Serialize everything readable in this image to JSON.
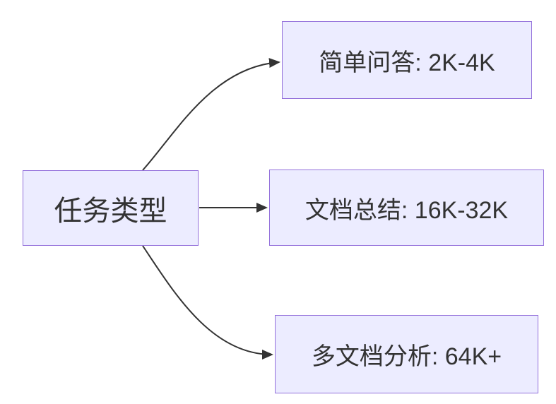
{
  "diagram": {
    "type": "flowchart",
    "root": {
      "label": "任务类型"
    },
    "branches": [
      {
        "label": "简单问答: 2K-4K"
      },
      {
        "label": "文档总结: 16K-32K"
      },
      {
        "label": "多文档分析: 64K+"
      }
    ],
    "edges": [
      {
        "from": "任务类型",
        "to": "简单问答: 2K-4K"
      },
      {
        "from": "任务类型",
        "to": "文档总结: 16K-32K"
      },
      {
        "from": "任务类型",
        "to": "多文档分析: 64K+"
      }
    ],
    "colors": {
      "node_fill": "#ECECFF",
      "node_border": "#9370DB",
      "edge": "#333333",
      "text": "#333333",
      "background": "#FFFFFF"
    }
  }
}
